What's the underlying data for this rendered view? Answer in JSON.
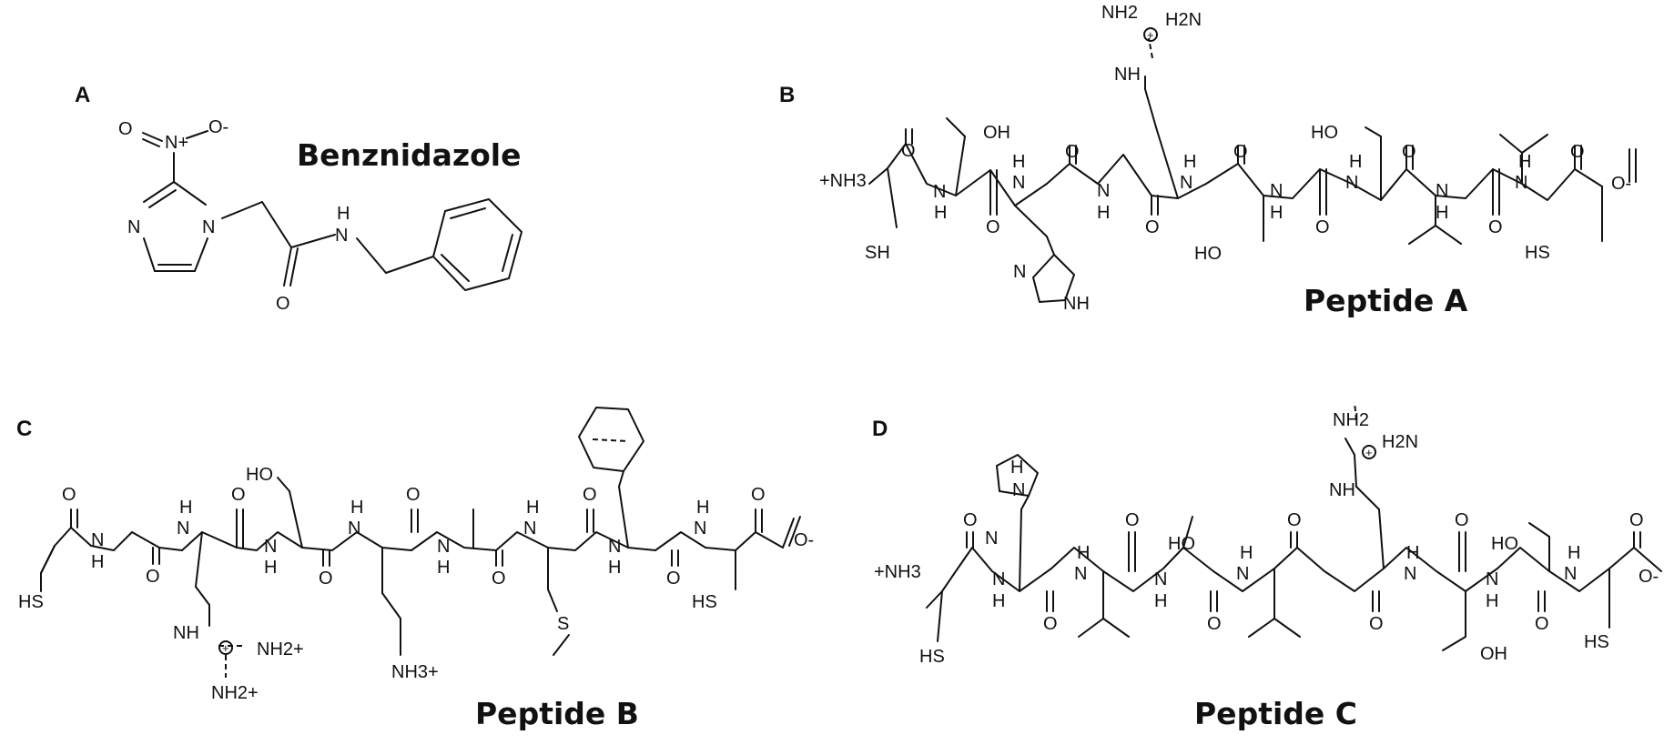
{
  "panels": [
    {
      "letter": "A",
      "name": "Benznidazole"
    },
    {
      "letter": "B",
      "name": "Peptide A"
    },
    {
      "letter": "C",
      "name": "Peptide B"
    },
    {
      "letter": "D",
      "name": "Peptide C"
    }
  ],
  "atoms": {
    "O": "O",
    "N": "N",
    "NH": "NH",
    "H": "H",
    "OH": "OH",
    "HO": "HO",
    "SH": "SH",
    "HS": "HS",
    "S": "S",
    "O_minus": "O-",
    "N_plus": "N+",
    "NH3_plus": "+NH3",
    "NH2": "NH2",
    "H2N": "H2N",
    "NH2_plus": "NH2+",
    "NH3_plus_end": "NH3+",
    "plus_circle": "+"
  }
}
